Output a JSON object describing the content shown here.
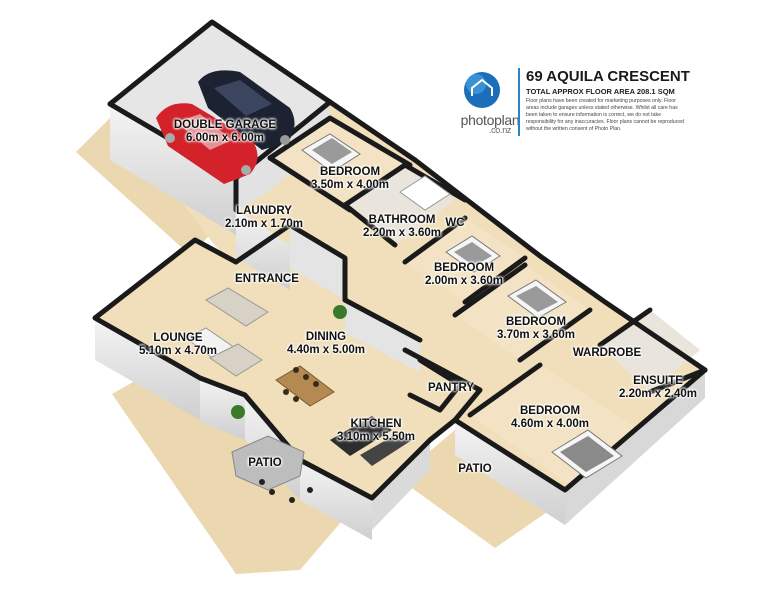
{
  "header": {
    "address": "69 AQUILA CRESCENT",
    "total_area": "TOTAL APPROX FLOOR AREA 208.1 SQM",
    "disclaimer": "Floor plans have been created for marketing purposes only. Floor areas include garages unless stated otherwise. Whilst all care has been taken to ensure information is correct, we do not take responsibility for any inaccuracies. Floor plans cannot be reproduced without the written consent of Photo Plan."
  },
  "brand": {
    "name": "photoplan",
    "domain": ".co.nz",
    "icon": "house-in-circle-icon",
    "color": "#1b6fb8"
  },
  "rooms": [
    {
      "name": "DOUBLE GARAGE",
      "size": "6.00m x 6.00m"
    },
    {
      "name": "BEDROOM",
      "size": "3.50m x 4.00m"
    },
    {
      "name": "LAUNDRY",
      "size": "2.10m x 1.70m"
    },
    {
      "name": "BATHROOM",
      "size": "2.20m x 3.60m"
    },
    {
      "name": "WC",
      "size": ""
    },
    {
      "name": "BEDROOM",
      "size": "2.00m x 3.60m"
    },
    {
      "name": "ENTRANCE",
      "size": ""
    },
    {
      "name": "LOUNGE",
      "size": "5.10m x 4.70m"
    },
    {
      "name": "DINING",
      "size": "4.40m x 5.00m"
    },
    {
      "name": "BEDROOM",
      "size": "3.70m x 3.60m"
    },
    {
      "name": "WARDROBE",
      "size": ""
    },
    {
      "name": "ENSUITE",
      "size": "2.20m x 2.40m"
    },
    {
      "name": "PANTRY",
      "size": ""
    },
    {
      "name": "KITCHEN",
      "size": "3.10m x 5.50m"
    },
    {
      "name": "BEDROOM",
      "size": "4.60m x 4.00m"
    },
    {
      "name": "PATIO",
      "size": ""
    },
    {
      "name": "PATIO",
      "size": ""
    }
  ],
  "colors": {
    "floor": "#f0dcb6",
    "wall_top": "#1a1a1a",
    "wall_face": "#e9e9e9",
    "patio": "#ecd8b0",
    "bed_cover": "#8a8a8a",
    "car_red": "#d3222a",
    "car_dark": "#1d2233"
  }
}
